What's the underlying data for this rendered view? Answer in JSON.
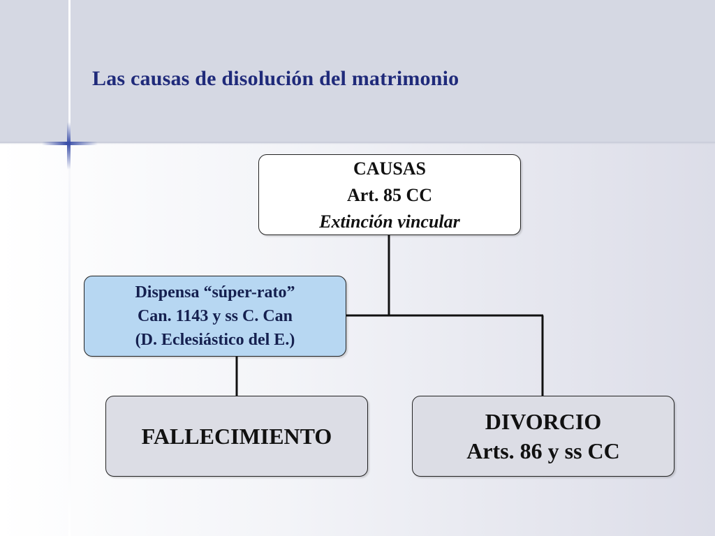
{
  "slide": {
    "title": "Las causas de disolución del matrimonio"
  },
  "diagram": {
    "causas": {
      "line1": "CAUSAS",
      "line2": "Art. 85 CC",
      "line3": "Extinción vincular"
    },
    "dispensa": {
      "line1": "Dispensa “súper-rato”",
      "line2": "Can. 1143 y ss C. Can",
      "line3": "(D. Eclesiástico del E.)"
    },
    "fallecimiento": {
      "line1": "FALLECIMIENTO"
    },
    "divorcio": {
      "line1": "DIVORCIO",
      "line2": "Arts. 86 y ss CC"
    }
  },
  "colors": {
    "title": "#1f2a7a",
    "header_band": "#d5d8e3",
    "dispensa_fill": "#b7d7f2",
    "leaf_fill": "#dcdde5",
    "root_fill": "#ffffff",
    "accent_cross": "#3a4ea8"
  }
}
